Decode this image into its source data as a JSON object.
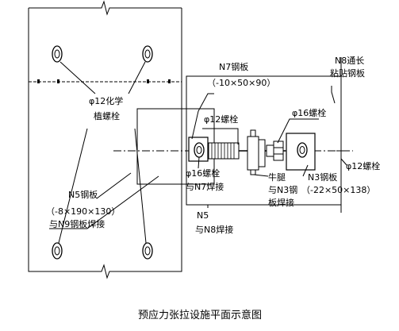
{
  "labels": {
    "n7_plate": "N7钢板",
    "n7_dims": "（-10×50×90）",
    "n8_line1": "N8通长",
    "n8_line2": "粘贴钢板",
    "chem_line1": "φ12化学",
    "chem_line2": "植螺栓",
    "bolt12_top": "φ12螺栓",
    "bolt16_right": "φ16螺栓",
    "bolt12_right": "φ12螺栓",
    "bolt16_weld_line1": "φ16螺栓",
    "bolt16_weld_line2": "与N7焊接",
    "bracket_line1": "牛腿",
    "bracket_line2": "与N3钢",
    "bracket_line3": "板焊接",
    "n3_plate": "N3钢板",
    "n3_dims": "（-22×50×138）",
    "n5_plate": "N5钢板",
    "n5_dims": "（-8×190×130）",
    "n5_weld": "与N9钢板焊接",
    "n5_n8_line1": "N5",
    "n5_n8_line2": "与N8焊接"
  },
  "caption": "预应力张拉设施平面示意图"
}
